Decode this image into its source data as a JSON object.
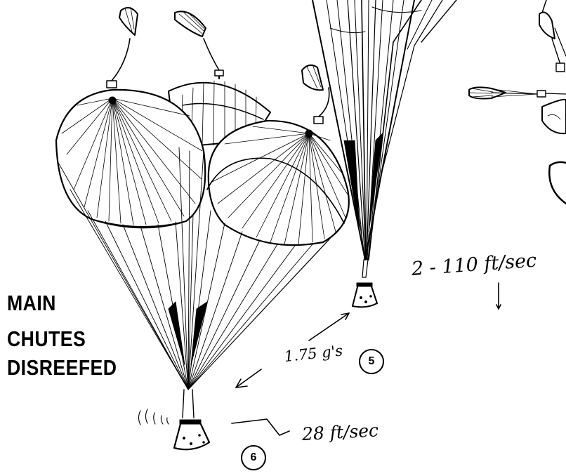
{
  "caption": {
    "line1": "MAIN",
    "line2": "CHUTES",
    "line3": "DISREEFED"
  },
  "annotations": {
    "speed_5": "2 - 110 ft/sec",
    "g_load": "1.75 g's",
    "speed_6": "28 ft/sec"
  },
  "steps": {
    "step5": "5",
    "step6": "6"
  },
  "colors": {
    "ink": "#000000",
    "paper": "#ffffff"
  }
}
